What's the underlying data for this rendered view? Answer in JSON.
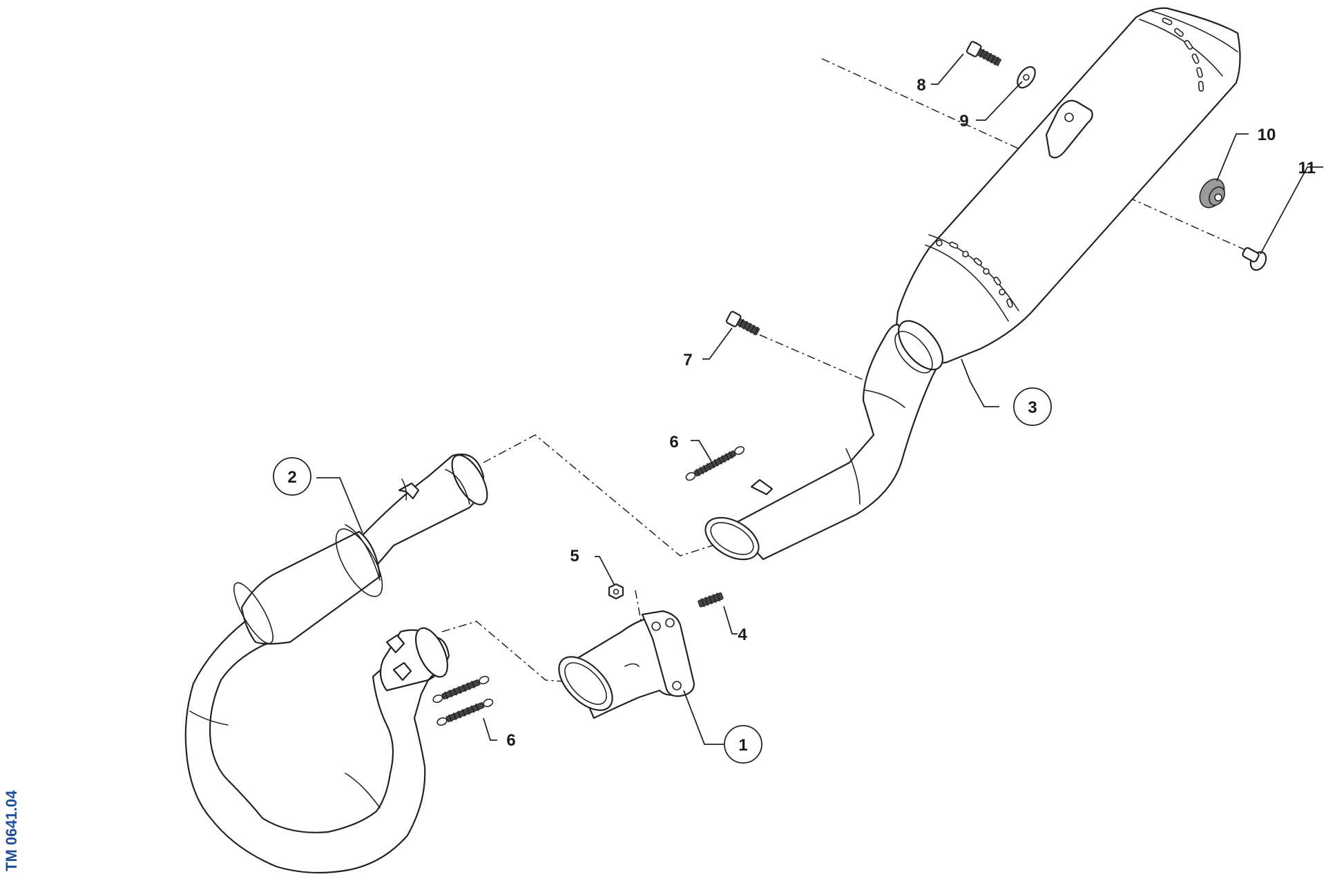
{
  "drawing_code": "TM 0641.04",
  "callouts": [
    "1",
    "2",
    "3",
    "4",
    "5",
    "6",
    "6",
    "7",
    "8",
    "9",
    "10",
    "11"
  ],
  "colors": {
    "line": "#222222",
    "drawing_code": "#1f4e9a",
    "grommet": "#9a9a9a"
  }
}
